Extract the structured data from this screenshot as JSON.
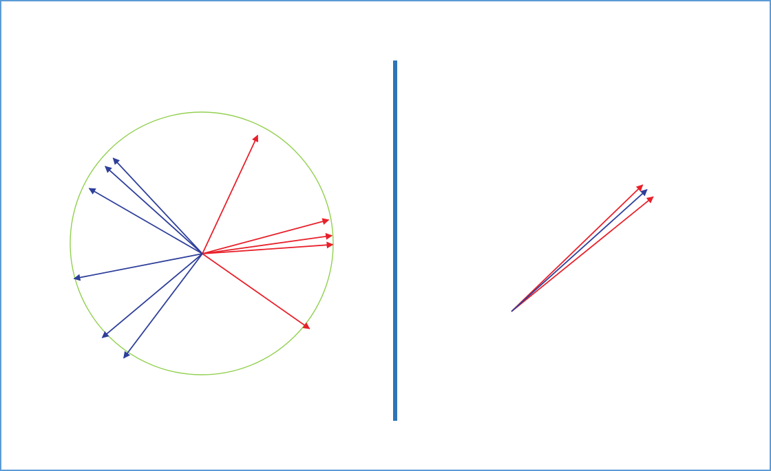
{
  "colors": {
    "frame": "#5b9bd5",
    "circle": "#92d050",
    "divider": "#2e75b6",
    "red": "#e8202a",
    "blue": "#2e3f9a"
  },
  "left_panel": {
    "red_vectors_deg": [
      65,
      15,
      8,
      4,
      -35
    ],
    "blue_vectors_deg": [
      138,
      133,
      150,
      191,
      220,
      233
    ]
  },
  "right_panel": {
    "red_vectors_deg": [
      44,
      39
    ],
    "blue_vectors_deg": [
      42
    ]
  }
}
